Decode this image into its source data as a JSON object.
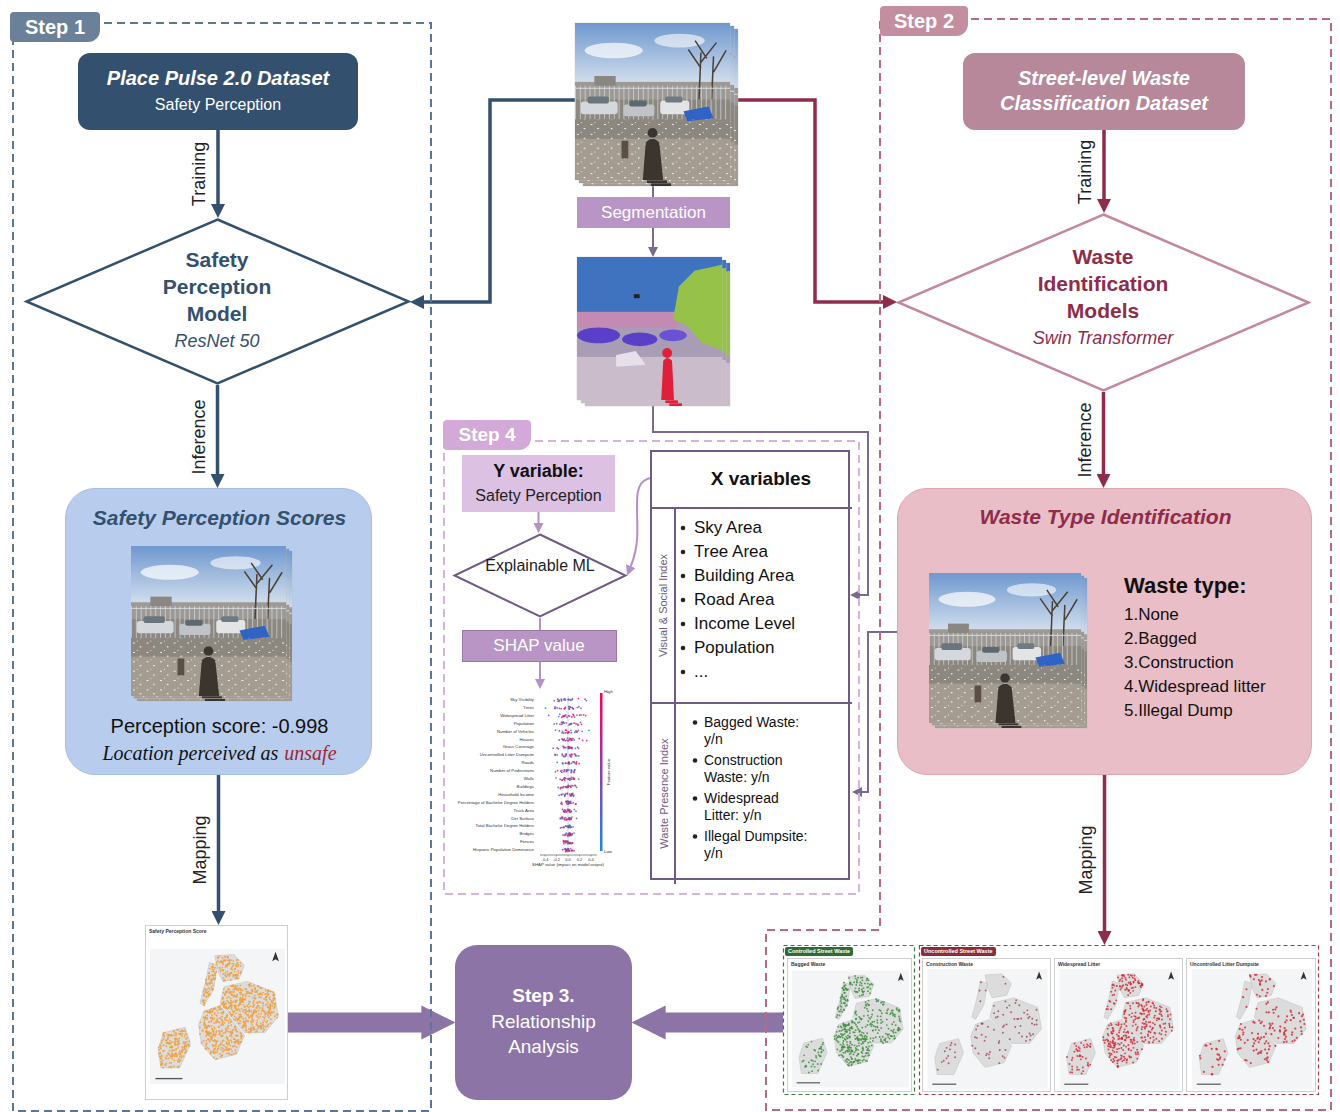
{
  "diagram": {
    "nodes": [
      {
        "text": [
          "Step 1"
        ]
      },
      {
        "text": [
          "Place Pulse 2.0 Dataset",
          "Safety Perception"
        ],
        "in": 0
      },
      {
        "text": [
          "Safety Perception Model",
          "ResNet 50"
        ],
        "in": 0
      },
      {
        "text": [
          "Safety Perception Scores",
          "Perception score: -0.998",
          "Location perceived as",
          "unsafe"
        ],
        "in": 0
      },
      {
        "text": [
          "Safety Perception Score"
        ],
        "in": 0
      },
      {
        "text": [
          "Segmentation"
        ]
      },
      {
        "text": [
          "Step 4"
        ]
      },
      {
        "text": [
          "Y variable:",
          "Safety Perception"
        ],
        "in": 6
      },
      {
        "text": [
          "Explainable ML"
        ],
        "in": 6
      },
      {
        "text": [
          "SHAP value"
        ],
        "in": 6
      },
      {
        "text": [
          "X variables"
        ],
        "in": 6
      },
      {
        "text": [
          "Visual & Social Index",
          "Sky Area",
          "Tree Area",
          "Building Area",
          "Road Area",
          "Income Level",
          "Population",
          "..."
        ],
        "in": 10
      },
      {
        "text": [
          "Waste Presence Index",
          "Bagged Waste: y/n",
          "Construction Waste: y/n",
          "Widespread Litter: y/n",
          "Illegal Dumpsite: y/n"
        ],
        "in": 10
      },
      {
        "text": [
          "Step 2"
        ]
      },
      {
        "text": [
          "Street-level Waste Classification Dataset"
        ],
        "in": 13
      },
      {
        "text": [
          "Waste Identification Models",
          "Swin Transformer"
        ],
        "in": 13
      },
      {
        "text": [
          "Waste Type Identification",
          "Waste type:",
          "1.None",
          "2.Bagged",
          "3.Construction",
          "4.Widespread litter",
          "5.Illegal Dump"
        ],
        "in": 13
      },
      {
        "text": [
          "Controlled Street Waste"
        ],
        "in": 13
      },
      {
        "text": [
          "Bagged Waste"
        ],
        "in": 17
      },
      {
        "text": [
          "Uncontrolled Street Waste"
        ],
        "in": 13
      },
      {
        "text": [
          "Construction Waste"
        ],
        "in": 19
      },
      {
        "text": [
          "Widespread Litter"
        ],
        "in": 19
      },
      {
        "text": [
          "Uncontrolled Litter Dumpsite"
        ],
        "in": 19
      },
      {
        "text": [
          "Step 3.",
          "Relationship Analysis"
        ]
      }
    ],
    "edges": [
      {
        "from": 1,
        "to": 2,
        "arrow": "to",
        "label": "Training"
      },
      {
        "from": 2,
        "to": 3,
        "arrow": "to",
        "label": "Inference"
      },
      {
        "from": 3,
        "to": 4,
        "arrow": "to",
        "label": "Mapping"
      },
      {
        "from": 4,
        "to": 23,
        "arrow": "to"
      },
      {
        "from": 17,
        "to": 23,
        "arrow": "to"
      },
      {
        "from": 14,
        "to": 15,
        "arrow": "to",
        "label": "Training"
      },
      {
        "from": 15,
        "to": 16,
        "arrow": "to",
        "label": "Inference"
      },
      {
        "from": 16,
        "to": 19,
        "arrow": "to",
        "label": "Mapping"
      },
      {
        "from": 16,
        "to": 12,
        "arrow": "to"
      },
      {
        "from": 7,
        "to": 8,
        "arrow": "to"
      },
      {
        "from": 10,
        "to": 8,
        "arrow": "to"
      },
      {
        "from": 8,
        "to": 9,
        "arrow": "none"
      }
    ],
    "labels": [
      "Sky Visibility",
      "Trees",
      "Widespread Litter",
      "Population",
      "Number of Vehicles",
      "Houses",
      "Grass Coverage",
      "Uncontrolled Litter Dumpsite",
      "Roads",
      "Number of Pedestrians",
      "Walls",
      "Buildings",
      "Household Income",
      "Percentage of Bachelor Degree Holders",
      "Truck Area",
      "Dirt Surface",
      "Total Bachelor Degree Holders",
      "Bridges",
      "Fences",
      "Hispanic Population Dominance",
      "High",
      "Feature value",
      "Low",
      "-0.4",
      "-0.2",
      "0.0",
      "0.2",
      "0.4",
      "SHAP value (impact on model output)"
    ]
  }
}
